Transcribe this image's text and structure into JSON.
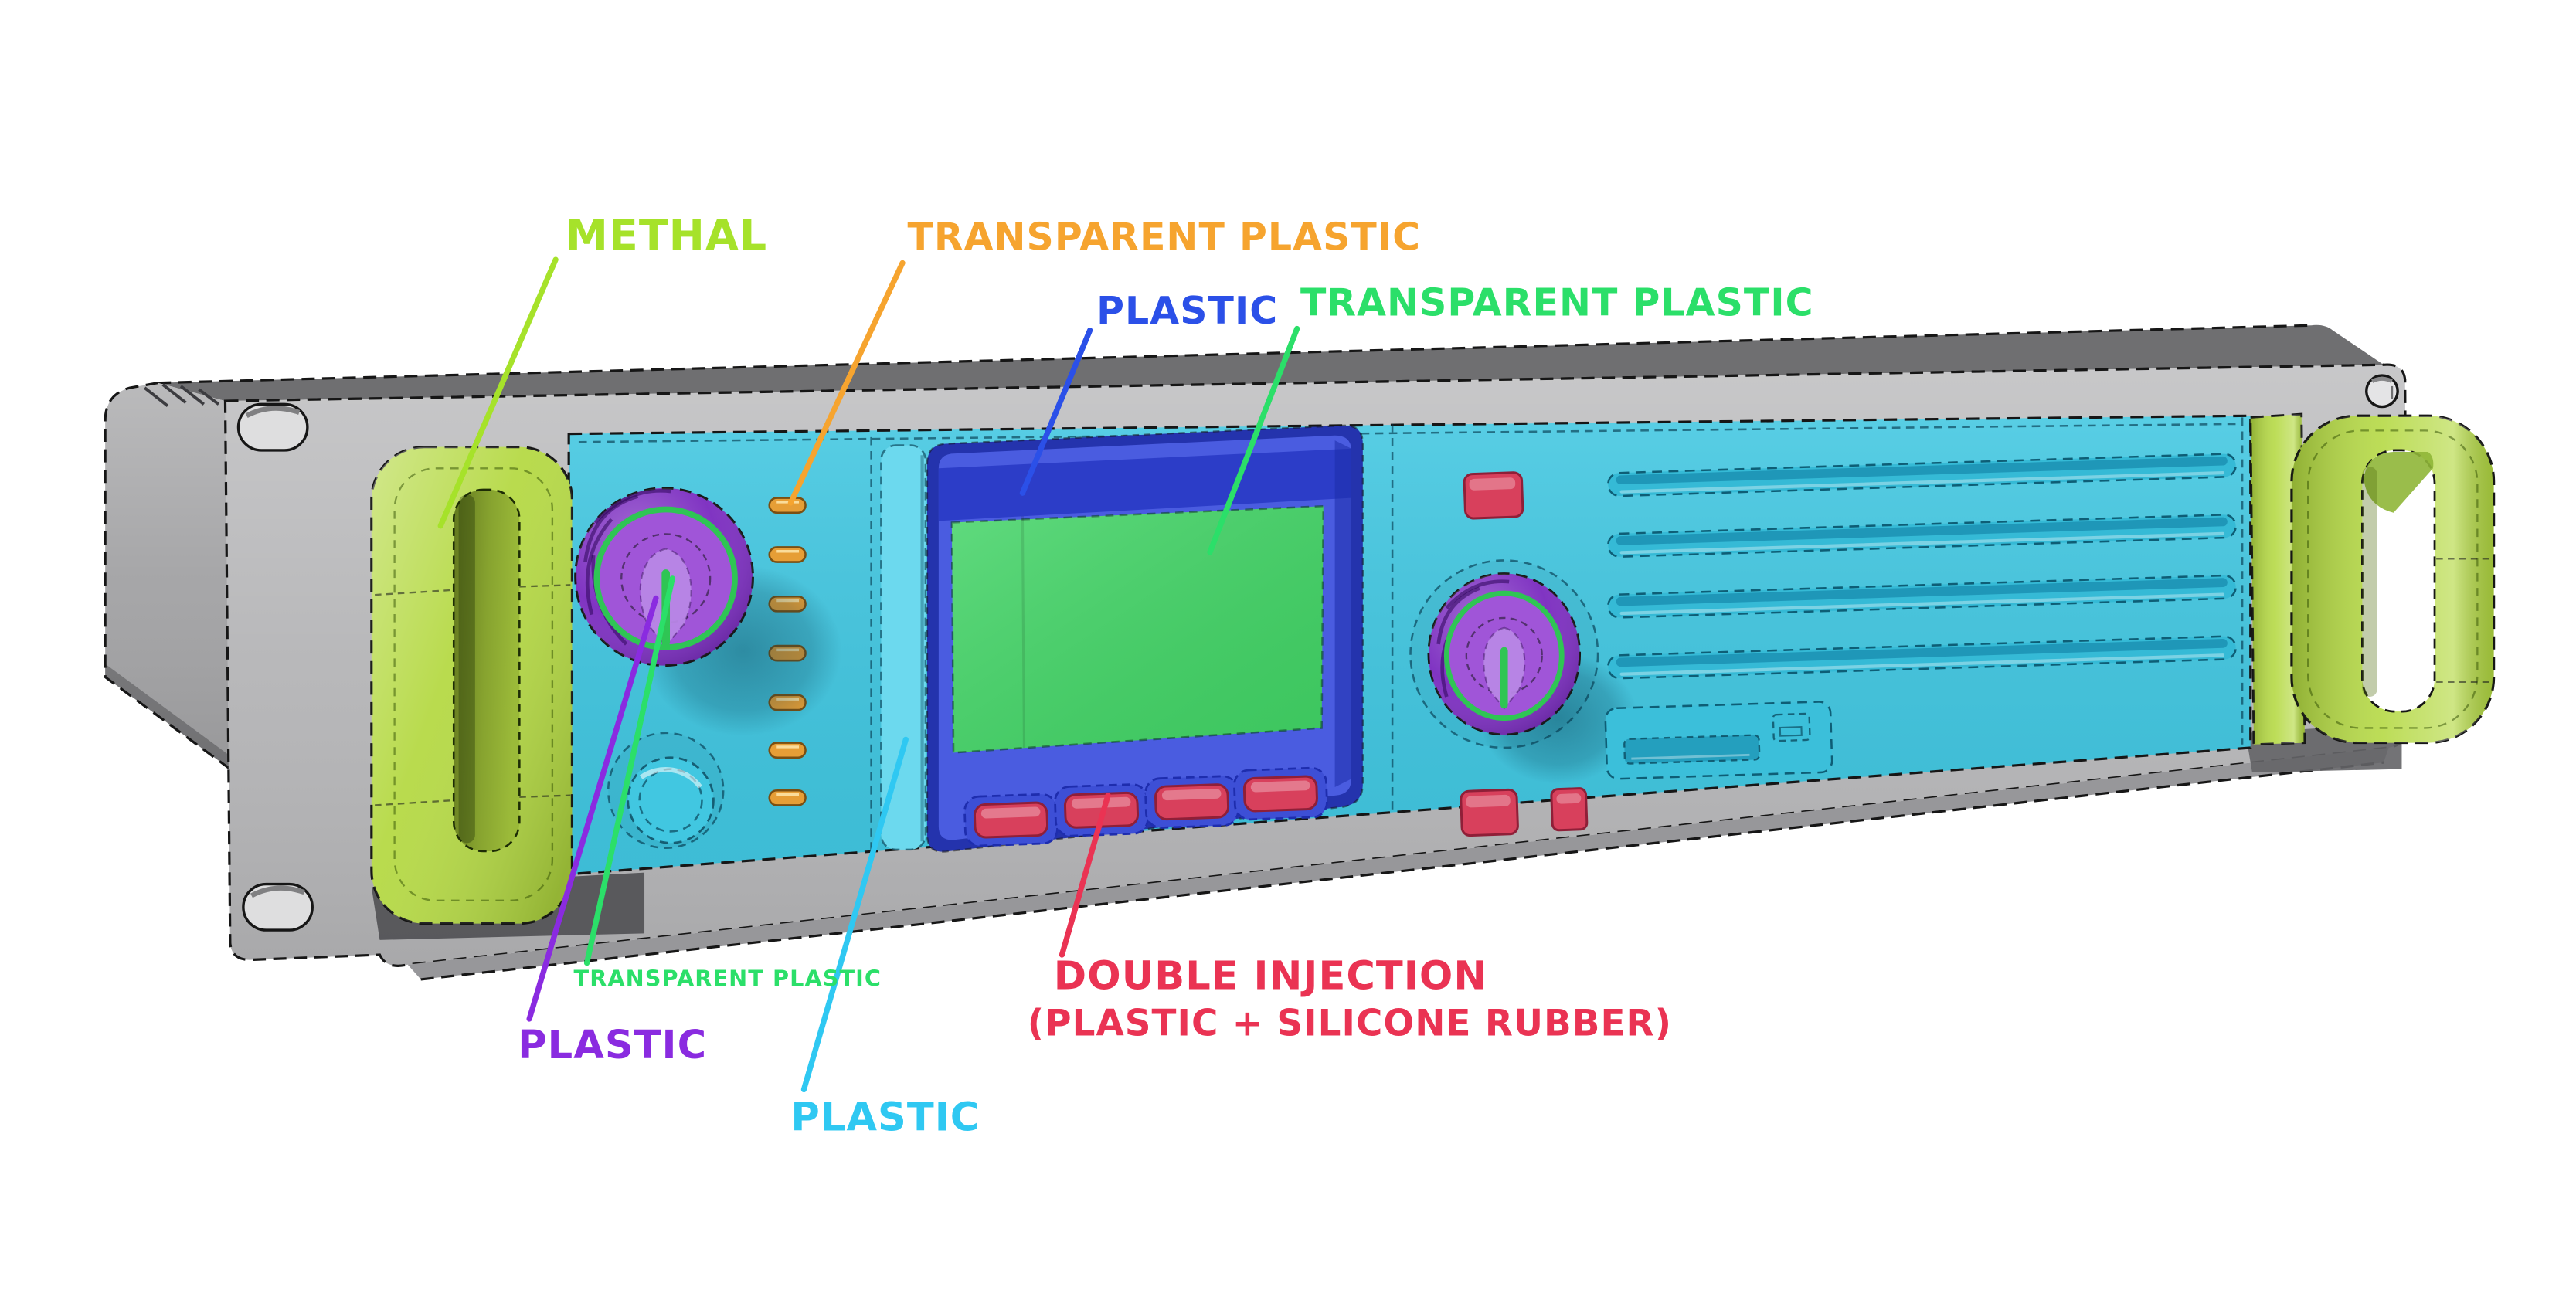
{
  "annotations": [
    {
      "id": "metal-handle",
      "label": "METHAL",
      "color": "#a6e22a"
    },
    {
      "id": "transparent-plastic-leds",
      "label": "TRANSPARENT PLASTIC",
      "color": "#f6a42f"
    },
    {
      "id": "plastic-display-bezel",
      "label": "PLASTIC",
      "color": "#2b50e8"
    },
    {
      "id": "transparent-plastic-screen",
      "label": "TRANSPARENT PLASTIC",
      "color": "#2bdf69"
    },
    {
      "id": "transparent-plastic-knob-ring",
      "label": "TRANSPARENT PLASTIC",
      "color": "#2bdf69"
    },
    {
      "id": "plastic-knob",
      "label": "PLASTIC",
      "color": "#8a2be0"
    },
    {
      "id": "plastic-front-panel",
      "label": "PLASTIC",
      "color": "#2fc8f2"
    },
    {
      "id": "double-injection",
      "label": "DOUBLE INJECTION",
      "label2": "(PLASTIC + SILICONE RUBBER)",
      "color": "#ea3353"
    }
  ],
  "palette": {
    "background": "#ffffff",
    "chassis_gray": "#b5b5b7",
    "chassis_gray_side": "#a3a3a5",
    "chassis_top_dark": "#6f6f71",
    "chassis_lip": "#97979a",
    "panel_cyan": "#41c7e1",
    "panel_cyan_light": "#6cd9ee",
    "vent_shadow": "#1f97b8",
    "bezel_blue": "#4a5ce0",
    "bezel_blue_dark": "#2c3dc8",
    "bezel_border": "#2433ad",
    "screen_green": "#42d466",
    "button_red": "#d8405c",
    "knob_purple_dark": "#7b2cc0",
    "knob_purple": "#a055d8",
    "knob_purple_light": "#b987e6",
    "knob_ring_green": "#2fc554",
    "led_orange": "#e69e36",
    "handle_green": "#b5d944"
  }
}
